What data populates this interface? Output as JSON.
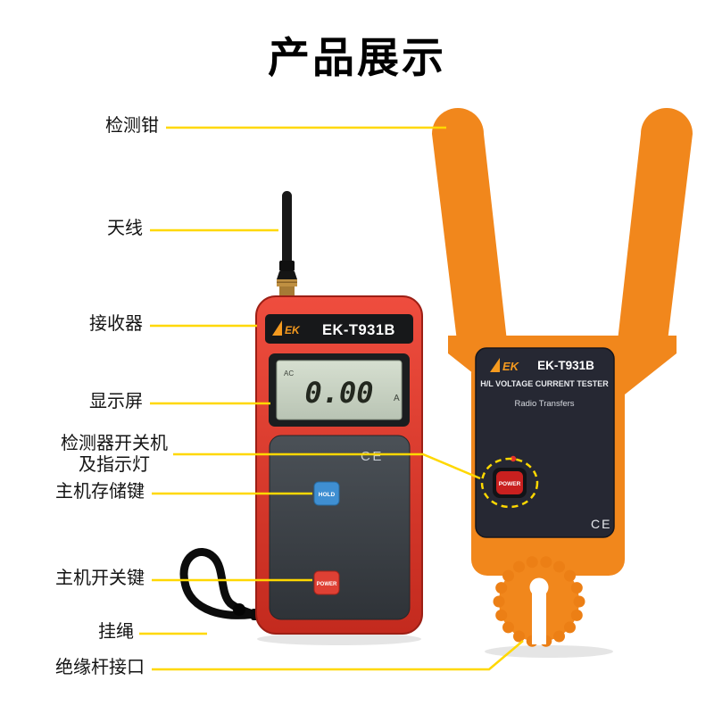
{
  "page": {
    "title": "产品展示",
    "background": "#ffffff"
  },
  "colors": {
    "accent_yellow": "#ffd800",
    "receiver_red": "#d63427",
    "clamp_orange": "#f1871c",
    "hold_blue": "#3f8fd2",
    "power_red": "#c9201f"
  },
  "callouts": {
    "clamp": "检测钳",
    "antenna": "天线",
    "receiver": "接收器",
    "display": "显示屏",
    "detector_switch_l1": "检测器开关机",
    "detector_switch_l2": "及指示灯",
    "storage_key": "主机存储键",
    "host_power_key": "主机开关键",
    "lanyard": "挂绳",
    "rod_port": "绝缘杆接口"
  },
  "receiver": {
    "brand": "EK",
    "model": "EK-T931B",
    "lcd_mode": "AC",
    "lcd_value": "0.00",
    "lcd_unit": "A",
    "ce_mark": "CE",
    "hold_button": "HOLD",
    "power_button": "POWER"
  },
  "clamp": {
    "brand": "EK",
    "model": "EK-T931B",
    "title": "H/L VOLTAGE CURRENT TESTER",
    "subtitle": "Radio Transfers",
    "power_button": "POWER",
    "ce_mark": "CE"
  }
}
